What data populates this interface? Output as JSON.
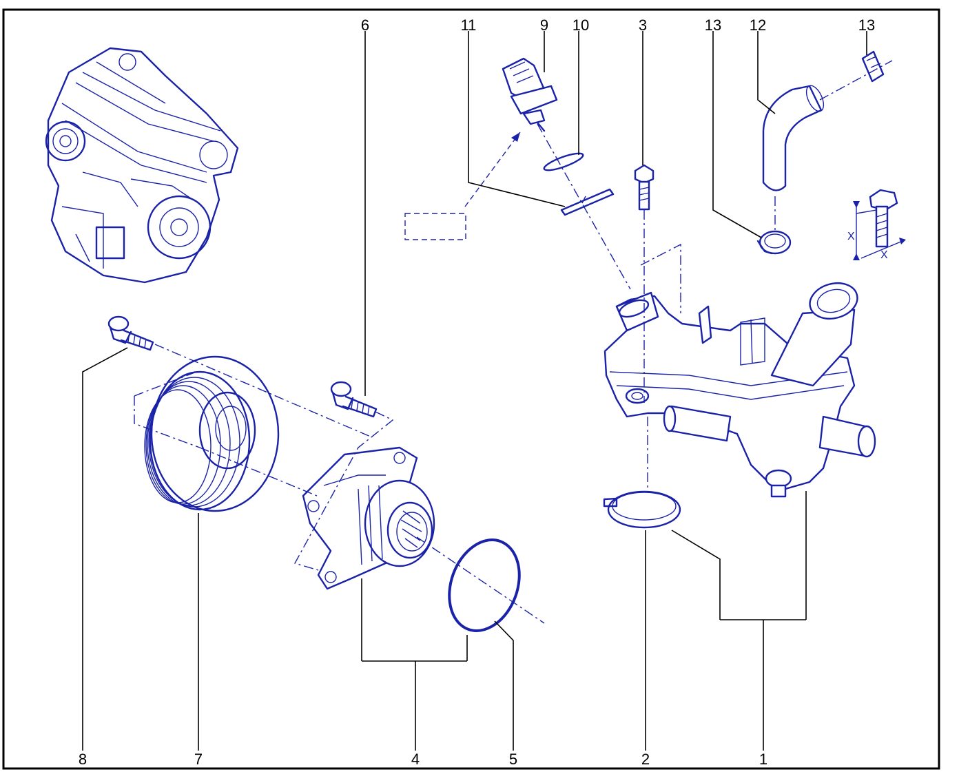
{
  "diagram": {
    "ink_color": "#1a22a8",
    "frame_color": "#000000",
    "callouts": [
      "1",
      "2",
      "3",
      "4",
      "5",
      "6",
      "7",
      "8",
      "9",
      "10",
      "11",
      "12",
      "13"
    ],
    "dimension_label": "X"
  }
}
